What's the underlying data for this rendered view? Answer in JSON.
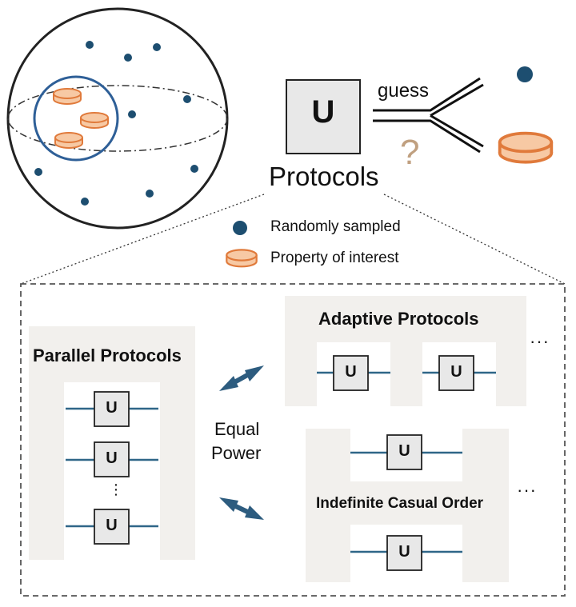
{
  "figure": {
    "guess_label": "guess",
    "question_mark": "?",
    "protocols_label": "Protocols",
    "unitary_label": "U",
    "legend": {
      "random_label": "Randomly sampled",
      "property_label": "Property of interest"
    },
    "panels": {
      "parallel_title": "Parallel Protocols",
      "adaptive_title": "Adaptive Protocols",
      "ico_title": "Indefinite Casual Order",
      "equal_power_line1": "Equal",
      "equal_power_line2": "Power",
      "vertical_dots": "⋮",
      "ellipsis": "···"
    },
    "colors": {
      "sphere_outline": "#222222",
      "highlight_circle": "#2e5f97",
      "dot": "#1d4e70",
      "coin_fill": "#f7c9a4",
      "coin_stroke": "#e07a3b",
      "wire": "#2f6688",
      "box_fill": "#e8e8e8",
      "panel_bg": "#f2f0ed",
      "arrow": "#2d5c7f",
      "question": "#c0a080"
    }
  }
}
